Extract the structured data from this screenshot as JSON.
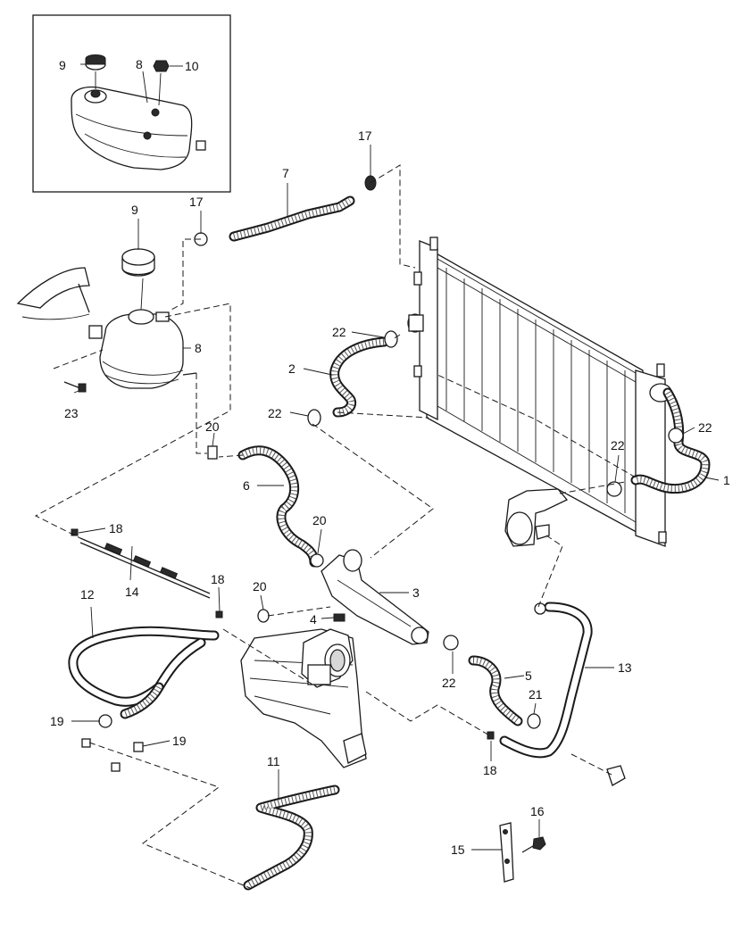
{
  "callouts": {
    "c1": "1",
    "c2": "2",
    "c3": "3",
    "c4": "4",
    "c5": "5",
    "c6": "6",
    "c7": "7",
    "c8_inset": "8",
    "c8": "8",
    "c9_inset": "9",
    "c9": "9",
    "c10": "10",
    "c11": "11",
    "c12": "12",
    "c13": "13",
    "c14": "14",
    "c15": "15",
    "c16": "16",
    "c17_a": "17",
    "c17_b": "17",
    "c18_a": "18",
    "c18_b": "18",
    "c18_c": "18",
    "c19_a": "19",
    "c19_b": "19",
    "c20_a": "20",
    "c20_b": "20",
    "c20_c": "20",
    "c21": "21",
    "c22_a": "22",
    "c22_b": "22",
    "c22_c": "22",
    "c22_d": "22",
    "c22_e": "22",
    "c23": "23"
  },
  "colors": {
    "line": "#1a1a1a",
    "background": "#ffffff",
    "shade": "#d8d8d8"
  }
}
